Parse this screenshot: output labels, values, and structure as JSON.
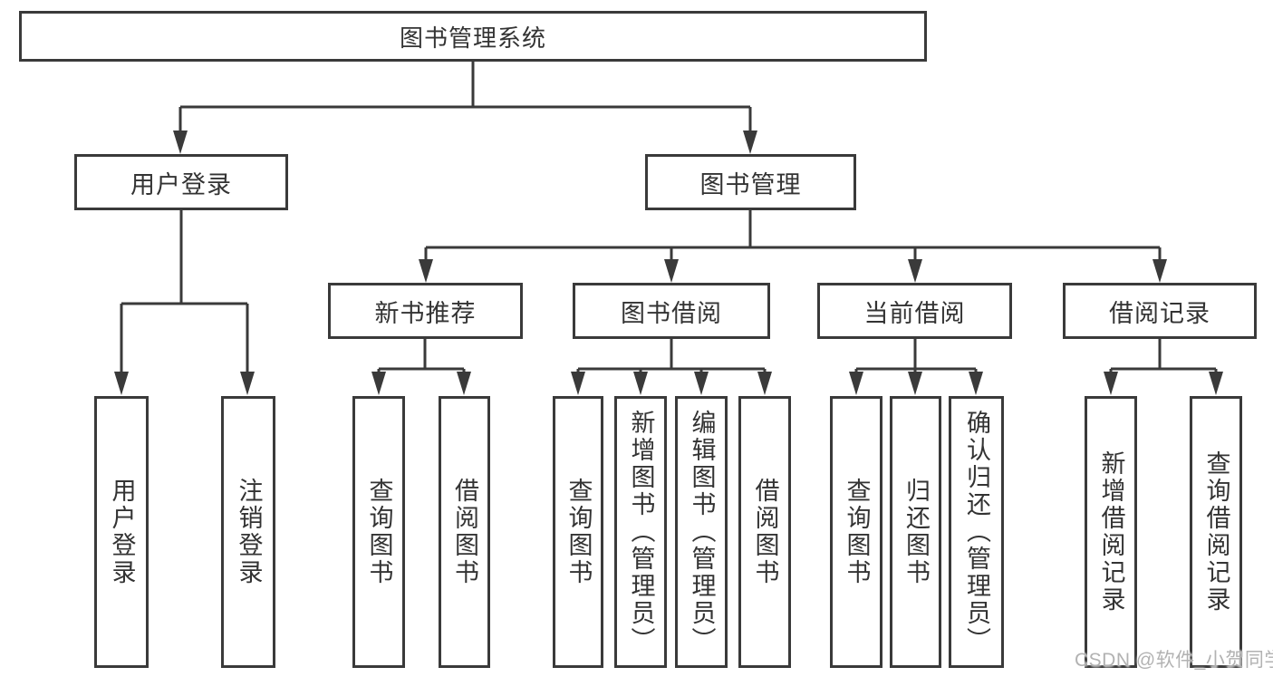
{
  "diagram": {
    "type": "function-structure-tree",
    "nodes": {
      "root": {
        "label": "图书管理系统"
      },
      "userLogin": {
        "label": "用户登录"
      },
      "bookMgmt": {
        "label": "图书管理"
      },
      "newBookRec": {
        "label": "新书推荐"
      },
      "bookBorrow": {
        "label": "图书借阅"
      },
      "currentBorrow": {
        "label": "当前借阅"
      },
      "borrowRecord": {
        "label": "借阅记录"
      },
      "leafUserLogin": {
        "label": "用户登录"
      },
      "leafLogout": {
        "label": "注销登录"
      },
      "nbQuery": {
        "label": "查询图书"
      },
      "nbBorrow": {
        "label": "借阅图书"
      },
      "bbQuery": {
        "label": "查询图书"
      },
      "bbAdd": {
        "label": "新增图书（管理员）"
      },
      "bbEdit": {
        "label": "编辑图书（管理员）"
      },
      "bbBorrow": {
        "label": "借阅图书"
      },
      "cbQuery": {
        "label": "查询图书"
      },
      "cbReturn": {
        "label": "归还图书"
      },
      "cbConfirm": {
        "label": "确认归还（管理员）"
      },
      "brAdd": {
        "label": "新增借阅记录"
      },
      "brQuery": {
        "label": "查询借阅记录"
      }
    },
    "edges": [
      {
        "from": "root",
        "to": [
          "userLogin",
          "bookMgmt"
        ]
      },
      {
        "from": "userLogin",
        "to": [
          "leafUserLogin",
          "leafLogout"
        ]
      },
      {
        "from": "bookMgmt",
        "to": [
          "newBookRec",
          "bookBorrow",
          "currentBorrow",
          "borrowRecord"
        ]
      },
      {
        "from": "newBookRec",
        "to": [
          "nbQuery",
          "nbBorrow"
        ]
      },
      {
        "from": "bookBorrow",
        "to": [
          "bbQuery",
          "bbAdd",
          "bbEdit",
          "bbBorrow"
        ]
      },
      {
        "from": "currentBorrow",
        "to": [
          "cbQuery",
          "cbReturn",
          "cbConfirm"
        ]
      },
      {
        "from": "borrowRecord",
        "to": [
          "brAdd",
          "brQuery"
        ]
      }
    ],
    "colors": {
      "line": "#3a3a3a",
      "box_border": "#3a3a3a",
      "text": "#333333",
      "background": "#ffffff",
      "watermark": "#b2b2b2"
    }
  },
  "watermark": {
    "text": "CSDN @软件_小贺同学"
  }
}
